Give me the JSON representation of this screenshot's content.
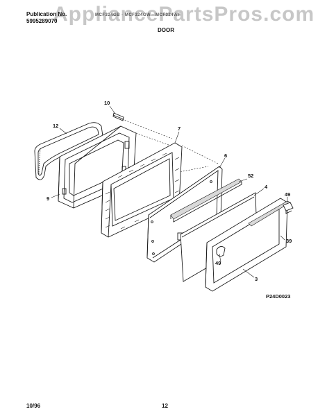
{
  "header": {
    "publication_label": "Publication No.",
    "publication_number": "5995289070",
    "model_line": "MCF324GB · MCF324GW · MCF324WF",
    "section_title": "DOOR"
  },
  "watermark": "AppliancePartsPros.com",
  "diagram": {
    "drawing_code": "P24D0023",
    "callouts": {
      "c10": "10",
      "c12": "12",
      "c7": "7",
      "c9": "9",
      "c6": "6",
      "c52": "52",
      "c4": "4",
      "c49a": "49",
      "c39": "39",
      "c49b": "49",
      "c3": "3"
    }
  },
  "footer": {
    "date": "10/96",
    "page_number": "12"
  }
}
